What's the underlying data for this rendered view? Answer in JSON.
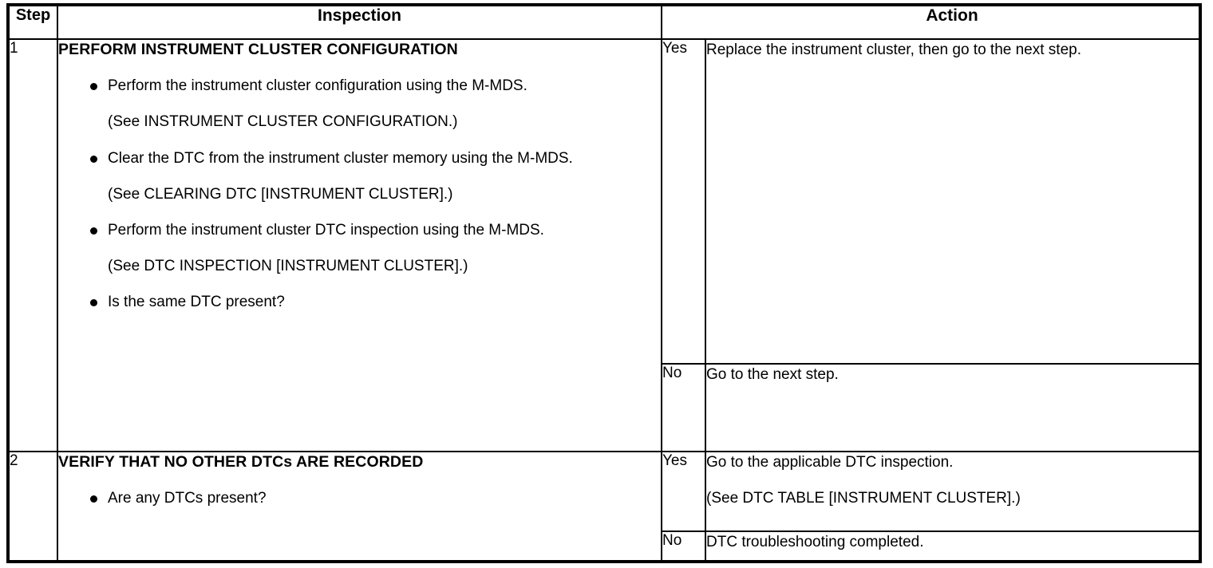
{
  "document": {
    "type": "diagnostic-troubleshooting-table",
    "columns": {
      "step": "Step",
      "inspection": "Inspection",
      "action": "Action"
    }
  },
  "rows": [
    {
      "step": "1",
      "inspection": {
        "title": "PERFORM INSTRUMENT CLUSTER CONFIGURATION",
        "items": [
          {
            "kind": "bullet",
            "text": "Perform the instrument cluster configuration using the M-MDS."
          },
          {
            "kind": "see",
            "text": "(See INSTRUMENT CLUSTER CONFIGURATION.)"
          },
          {
            "kind": "bullet",
            "text": "Clear the DTC from the instrument cluster memory using the M-MDS."
          },
          {
            "kind": "see",
            "text": "(See CLEARING DTC [INSTRUMENT CLUSTER].)"
          },
          {
            "kind": "bullet",
            "text": "Perform the instrument cluster DTC inspection using the M-MDS."
          },
          {
            "kind": "see",
            "text": "(See DTC INSPECTION [INSTRUMENT CLUSTER].)"
          },
          {
            "kind": "bullet",
            "text": "Is the same DTC present?"
          }
        ]
      },
      "results": [
        {
          "label": "Yes",
          "action": [
            "Replace the instrument cluster, then go to the next step."
          ]
        },
        {
          "label": "No",
          "action": [
            "Go to the next step."
          ]
        }
      ]
    },
    {
      "step": "2",
      "inspection": {
        "title": "VERIFY THAT NO OTHER DTCs ARE RECORDED",
        "items": [
          {
            "kind": "bullet",
            "text": "Are any DTCs present?"
          }
        ]
      },
      "results": [
        {
          "label": "Yes",
          "action": [
            "Go to the applicable DTC inspection.",
            "(See DTC TABLE [INSTRUMENT CLUSTER].)"
          ]
        },
        {
          "label": "No",
          "action": [
            "DTC troubleshooting completed."
          ]
        }
      ]
    }
  ],
  "colors": {
    "border": "#000000",
    "text": "#000000",
    "background": "#ffffff"
  }
}
